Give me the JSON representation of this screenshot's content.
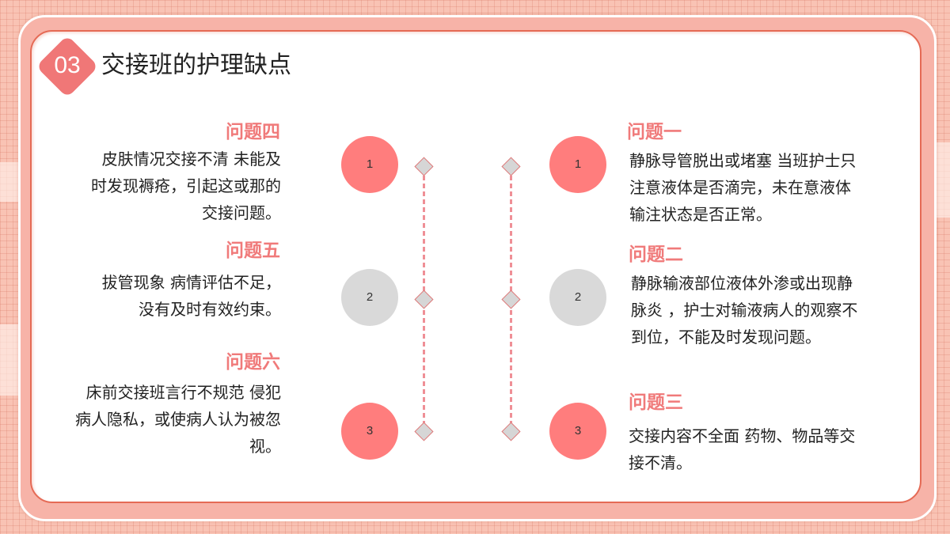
{
  "header": {
    "section_number": "03",
    "title": "交接班的护理缺点"
  },
  "colors": {
    "accent": "#f07777",
    "heading": "#f07a7a",
    "circle_active": "#ff7d7d",
    "circle_inactive": "#d9d9d9",
    "frame_outer": "#f7b3a8",
    "frame_border": "#e56a55",
    "dash_line": "#ef8f96"
  },
  "timeline": {
    "left_markers": [
      "1",
      "2",
      "3"
    ],
    "right_markers": [
      "1",
      "2",
      "3"
    ]
  },
  "left_items": [
    {
      "heading": "问题四",
      "lines": [
        "皮肤情况交接不清  未能及",
        "时发现褥疮，引起这或那的",
        "交接问题。"
      ]
    },
    {
      "heading": "问题五",
      "lines": [
        "拔管现象  病情评估不足，",
        "没有及时有效约束。"
      ]
    },
    {
      "heading": "问题六",
      "lines": [
        "床前交接班言行不规范  侵犯",
        "病人隐私，或使病人认为被忽",
        "视。"
      ]
    }
  ],
  "right_items": [
    {
      "heading": "问题一",
      "lines": [
        "静脉导管脱出或堵塞  当班护士只",
        "注意液体是否滴完，未在意液体",
        "输注状态是否正常。"
      ]
    },
    {
      "heading": "问题二",
      "lines": [
        "静脉输液部位液体外渗或出现静",
        "脉炎  ，护士对输液病人的观察不",
        "到位，不能及时发现问题。"
      ]
    },
    {
      "heading": "问题三",
      "lines": [
        "交接内容不全面  药物、物品等交",
        "接不清。"
      ]
    }
  ]
}
